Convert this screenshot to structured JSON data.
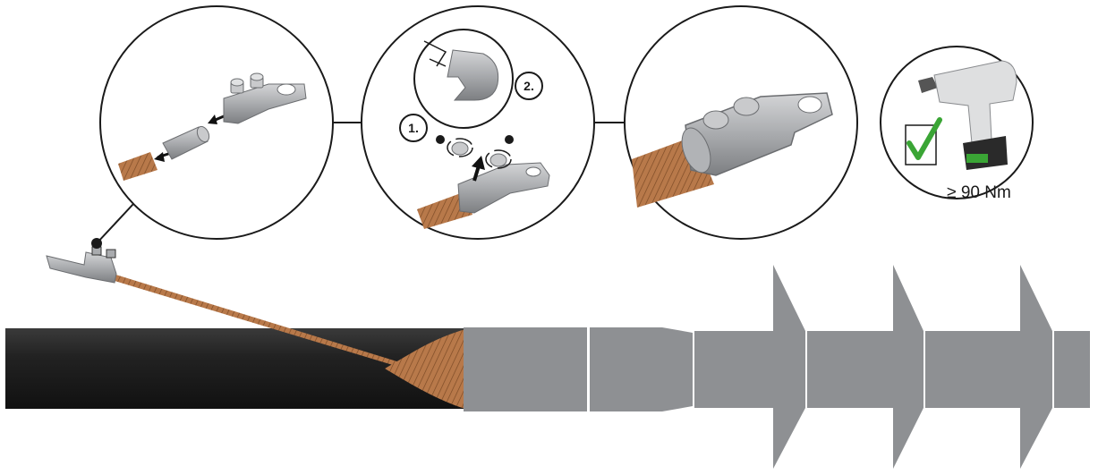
{
  "step2": {
    "label_1": "1.",
    "label_2": "2."
  },
  "tool_panel": {
    "torque": "≥ 90 Nm",
    "check_color": "#3aa535"
  },
  "colors": {
    "cable_jacket": "#1e1e1e",
    "copper": "#b8794a",
    "sleeve": "#8e9093",
    "lug": "#a6a8ab"
  },
  "icons": [
    "cable-lug-icon",
    "wrench-icon",
    "rotate-arrow-icon",
    "impact-wrench-icon",
    "checkmark-icon"
  ]
}
